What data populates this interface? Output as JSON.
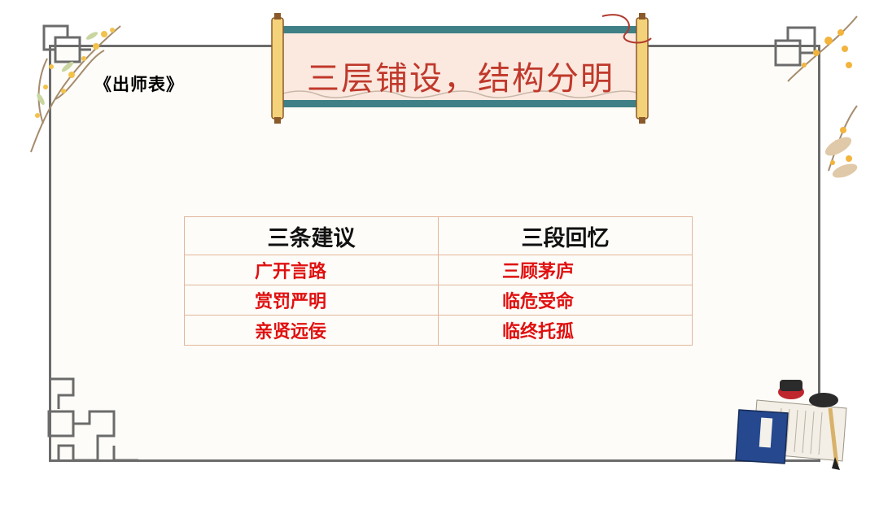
{
  "book_title": "《出师表》",
  "banner_title": "三层铺设，结构分明",
  "table": {
    "headers": [
      "三条建议",
      "三段回忆"
    ],
    "rows": [
      [
        "广开言路",
        "三顾茅庐"
      ],
      [
        "赏罚严明",
        "临危受命"
      ],
      [
        "亲贤远佞",
        "临终托孤"
      ]
    ]
  },
  "colors": {
    "banner_text": "#c0392b",
    "row_text": "#e01010",
    "table_border": "#e3b79b",
    "scroll_teal": "#3f7f86",
    "scroll_paper": "#fbe9e0",
    "frame": "#6b6b6b"
  },
  "decorations": [
    "osmanthus-branch-icon",
    "scroll-banner-icon",
    "fret-corner-icon",
    "books-brush-inkstone-icon"
  ]
}
